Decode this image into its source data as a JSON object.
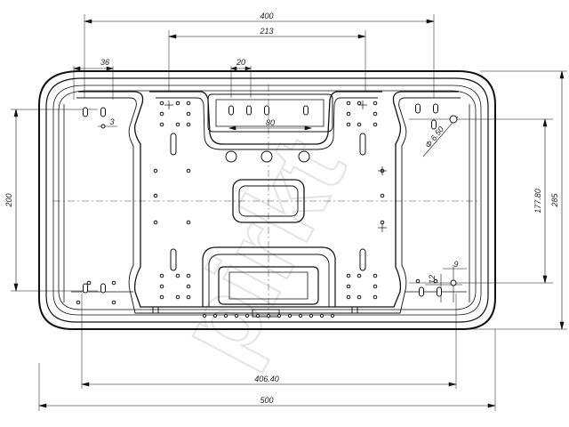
{
  "drawing": {
    "watermark": "pirkt",
    "dimensions": {
      "overall_width": "500",
      "mount_width": "400",
      "inner_width": "213",
      "slot_spacing": "36",
      "slot_offset": "3",
      "slot_pitch": "20",
      "handle_width": "80",
      "mount_height": "200",
      "overall_height": "285",
      "hole_height": "177.80",
      "hole_width": "406.40",
      "hole_diameter": "Φ 6.50",
      "edge_offset_12": "12",
      "edge_offset_9": "9"
    }
  }
}
